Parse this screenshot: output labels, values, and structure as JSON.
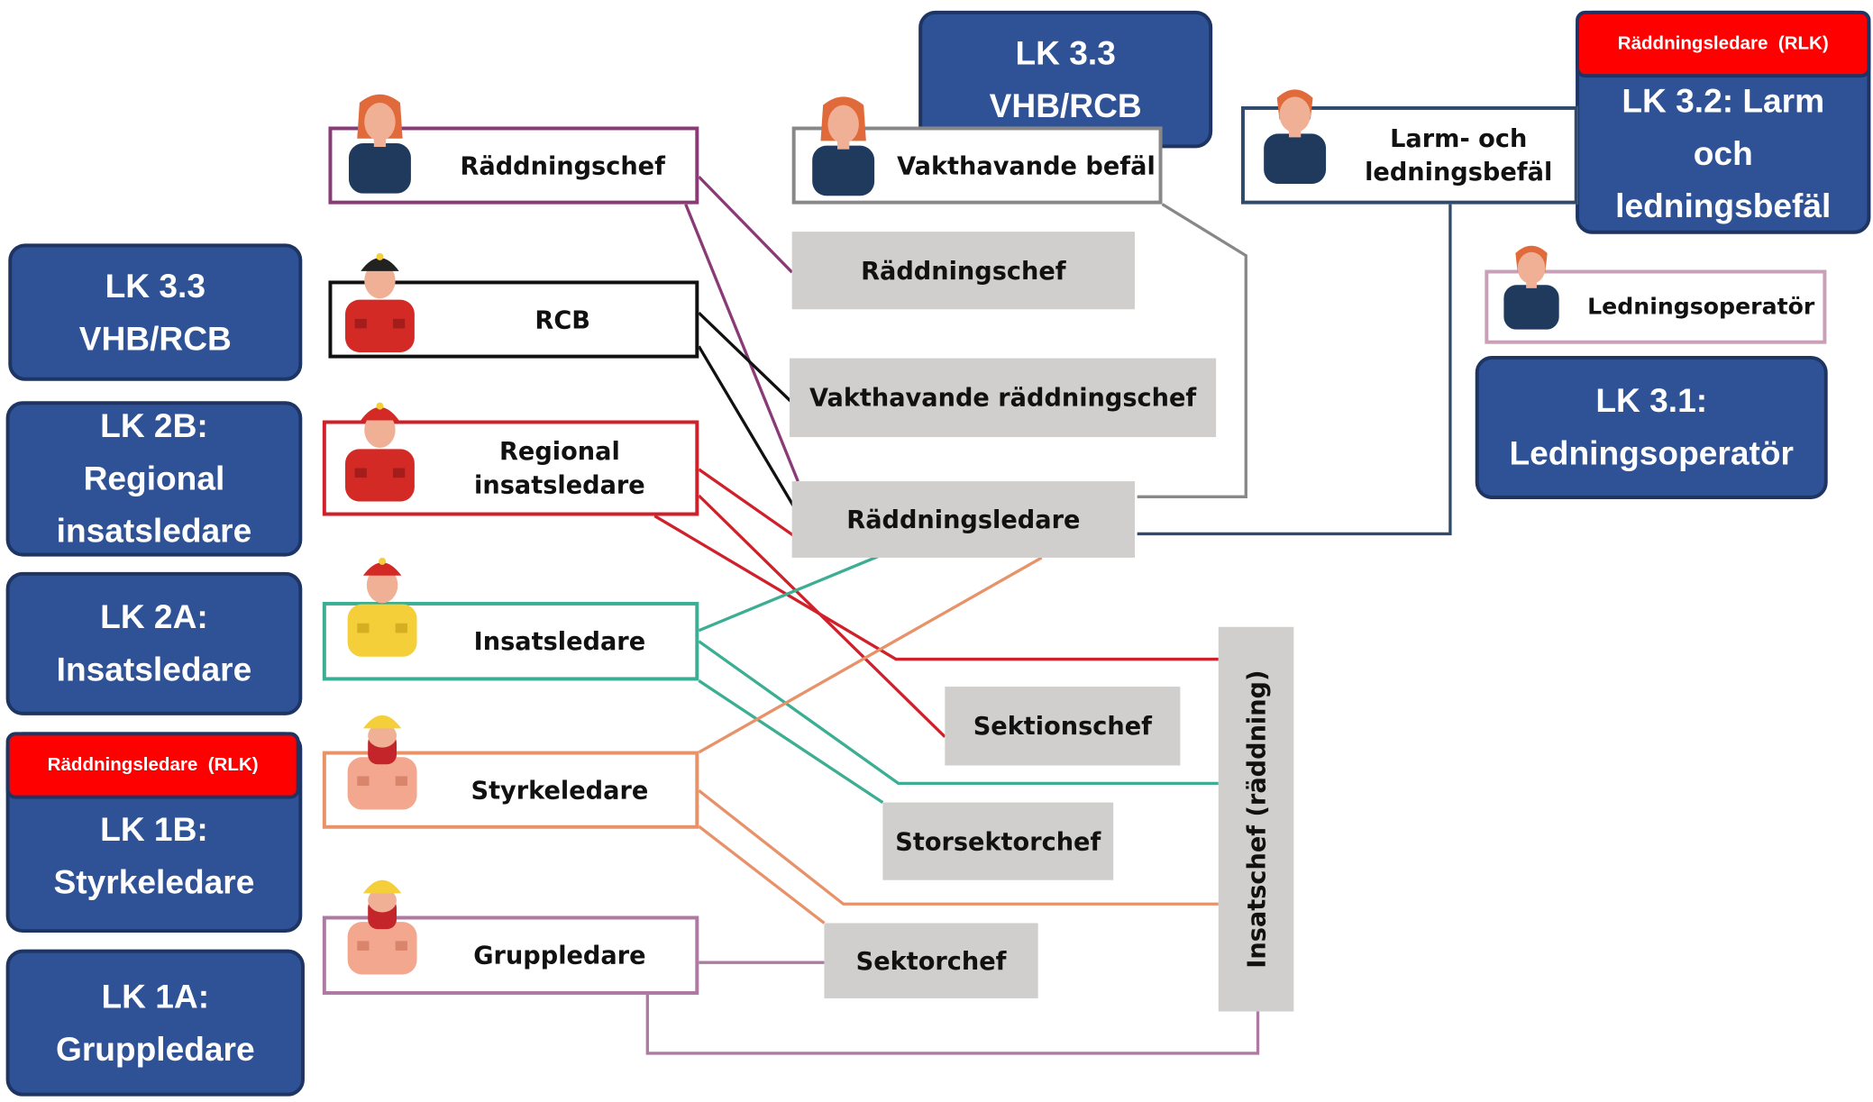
{
  "lk_boxes": {
    "lk33_top": "LK 3.3\nVHB/RCB",
    "lk32": "LK 3.2: Larm\noch\nledningsbefäl",
    "lk31": "LK 3.1:\nLedningsoperatör",
    "lk33_left": "LK 3.3\nVHB/RCB",
    "lk2b": "LK 2B:\nRegional\ninsatsledare",
    "lk2a": "LK 2A:\nInsatsledare",
    "lk1b": "LK 1B:\nStyrkeledare",
    "lk1a": "LK 1A:\nGruppledare"
  },
  "rlk_badges": {
    "top_right": "Räddningsledare  (RLK)",
    "left": "Räddningsledare  (RLK)"
  },
  "roles": {
    "raddningschef": "Räddningschef",
    "rcb": "RCB",
    "regional_insatsledare": "Regional\ninsatsledare",
    "insatsledare": "Insatsledare",
    "styrkeledare": "Styrkeledare",
    "gruppledare": "Gruppledare",
    "vakthavande_befal": "Vakthavande befäl",
    "larm_och_ledningsbefal": "Larm- och\nledningsbefäl",
    "ledningsoperator": "Ledningsoperatör"
  },
  "functions": {
    "raddningschef": "Räddningschef",
    "vakthavande_raddningschef": "Vakthavande räddningschef",
    "raddningsledare": "Räddningsledare",
    "sektionschef": "Sektionschef",
    "storsektorchef": "Storsektorchef",
    "sektorchef": "Sektorchef",
    "insatschef": "Insatschef (räddning)"
  },
  "colors": {
    "lk_fill": "#2e5295",
    "lk_border": "#1e3564",
    "rlk_fill": "#ff0000",
    "function_fill": "#d0cfcd",
    "raddningschef": "#8a3a76",
    "rcb": "#111111",
    "regional": "#d0202a",
    "insatsledare": "#3bae93",
    "styrkeledare": "#e8926a",
    "gruppledare": "#ae7aa1",
    "vakthavande": "#888888",
    "larm": "#2f4a6d",
    "ledningsoperator": "#c9a0b8",
    "uniform_navy": "#1f3a5c",
    "hair_orange": "#e06a3a",
    "helmet_black": "#222222",
    "coat_red": "#d42a25",
    "coat_yellow": "#f4cf3a",
    "coat_salmon": "#f2a78e",
    "skin": "#f0b095"
  },
  "icons": {
    "staff_figure": "officer-figure-icon",
    "firefighter_figure": "firefighter-figure-icon"
  }
}
